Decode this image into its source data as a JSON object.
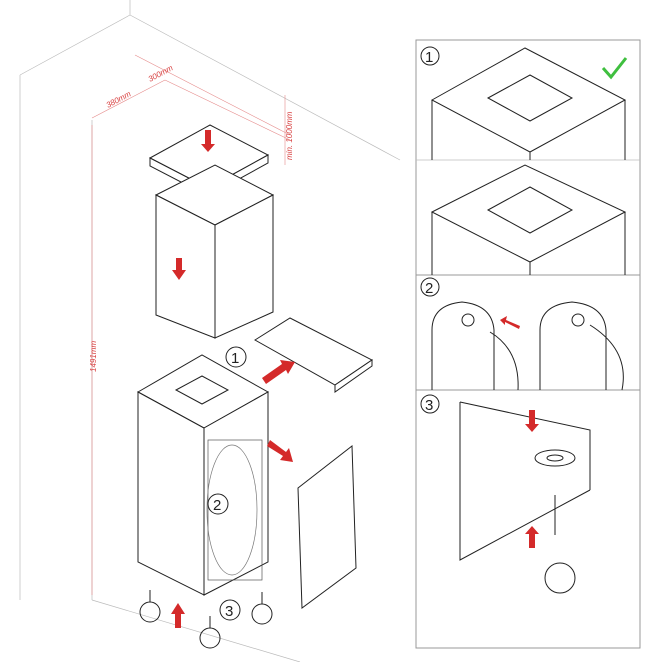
{
  "dimensions": {
    "width": "380mm",
    "depth": "300mm",
    "clearance": "min. 1000mm",
    "height": "1491mm"
  },
  "steps": {
    "main_1": "1",
    "main_2": "2",
    "main_3": "3",
    "panel_1": "1",
    "panel_2": "2",
    "panel_3": "3"
  },
  "colors": {
    "accent": "#d42a2a",
    "check": "#3fbf3f",
    "dimension": "#e58a8a"
  },
  "icons": {
    "correct": "checkmark-icon"
  }
}
